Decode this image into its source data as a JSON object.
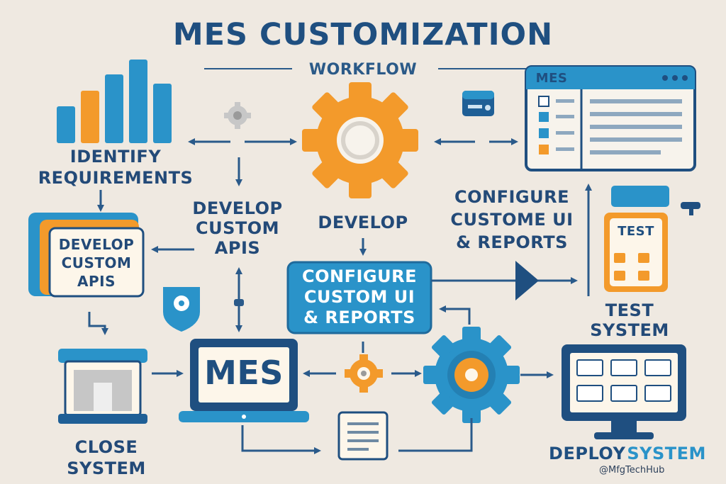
{
  "title": "MES CUSTOMIZATION",
  "subtitle": "WORKFLOW",
  "labels": {
    "identify": "IDENTIFY\nREQUIREMENTS",
    "develop_apis_center": "DEVELOP\nCUSTOM\nAPIS",
    "develop_apis_folder": "DEVELOP\nCUSTOM\nAPIS",
    "develop": "DEVELOP",
    "configure_top": "CONFIGURE\nCUSTOME UI\n& REPORTS",
    "configure_box": "CONFIGURE\nCUSTOM UI\n& REPORTS",
    "close_system": "CLOSE\nSYSTEM",
    "test_system": "TEST\nSYSTEM",
    "deploy_system_part1": "DEPLOY",
    "deploy_system_part2": "SYSTEM",
    "mes_laptop": "MES",
    "mes_window": "MES",
    "test_badge": "TEST"
  },
  "handle": "@MfgTechHub",
  "icons": [
    "bar-chart-icon",
    "gear-icon",
    "folder-icon",
    "shield-gear-icon",
    "laptop-icon",
    "document-icon",
    "monitor-icon",
    "window-icon",
    "clipboard-icon",
    "card-icon",
    "server-icon"
  ],
  "colors": {
    "background": "#efe9e1",
    "navy": "#1f4f80",
    "blue": "#2a93c9",
    "orange": "#f39a2b"
  }
}
